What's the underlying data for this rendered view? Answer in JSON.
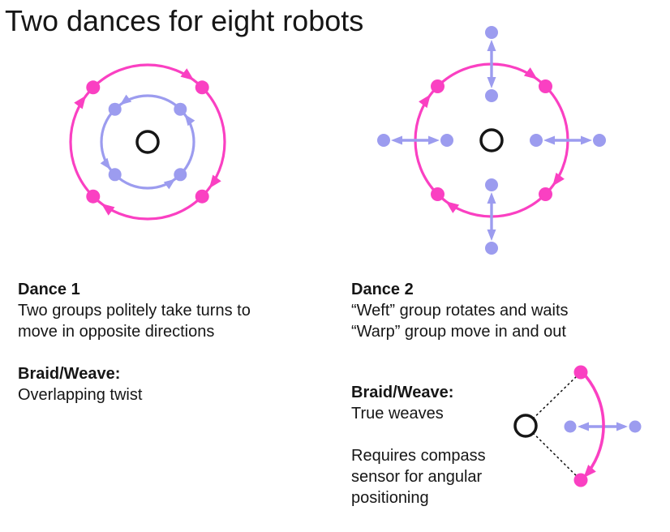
{
  "title": "Two dances for eight robots",
  "colors": {
    "pink": "#FA40C2",
    "purple": "#9C9CEF",
    "ink": "#161616",
    "background": "#FFFFFF"
  },
  "dance1": {
    "heading": "Dance 1",
    "description": [
      "Two groups politely take turns to",
      "move in opposite directions"
    ],
    "braid_heading": "Braid/Weave:",
    "braid_description": [
      "Overlapping twist"
    ],
    "diagram": {
      "outer_group_color": "pink",
      "outer_group_rotation": "clockwise",
      "outer_robot_count": 4,
      "inner_group_color": "purple",
      "inner_group_rotation": "counterclockwise",
      "inner_robot_count": 4
    }
  },
  "dance2": {
    "heading": "Dance 2",
    "description": [
      "“Weft” group rotates and waits",
      "“Warp” group move in and out"
    ],
    "braid_heading": "Braid/Weave:",
    "braid_description": [
      "True weaves"
    ],
    "braid_note": [
      "Requires compass",
      "sensor for angular",
      "positioning"
    ],
    "diagram": {
      "weft_group_color": "pink",
      "weft_group_rotation": "clockwise",
      "weft_robot_count": 4,
      "warp_group_color": "purple",
      "warp_group_motion": "in and out",
      "warp_robot_count": 4
    }
  }
}
